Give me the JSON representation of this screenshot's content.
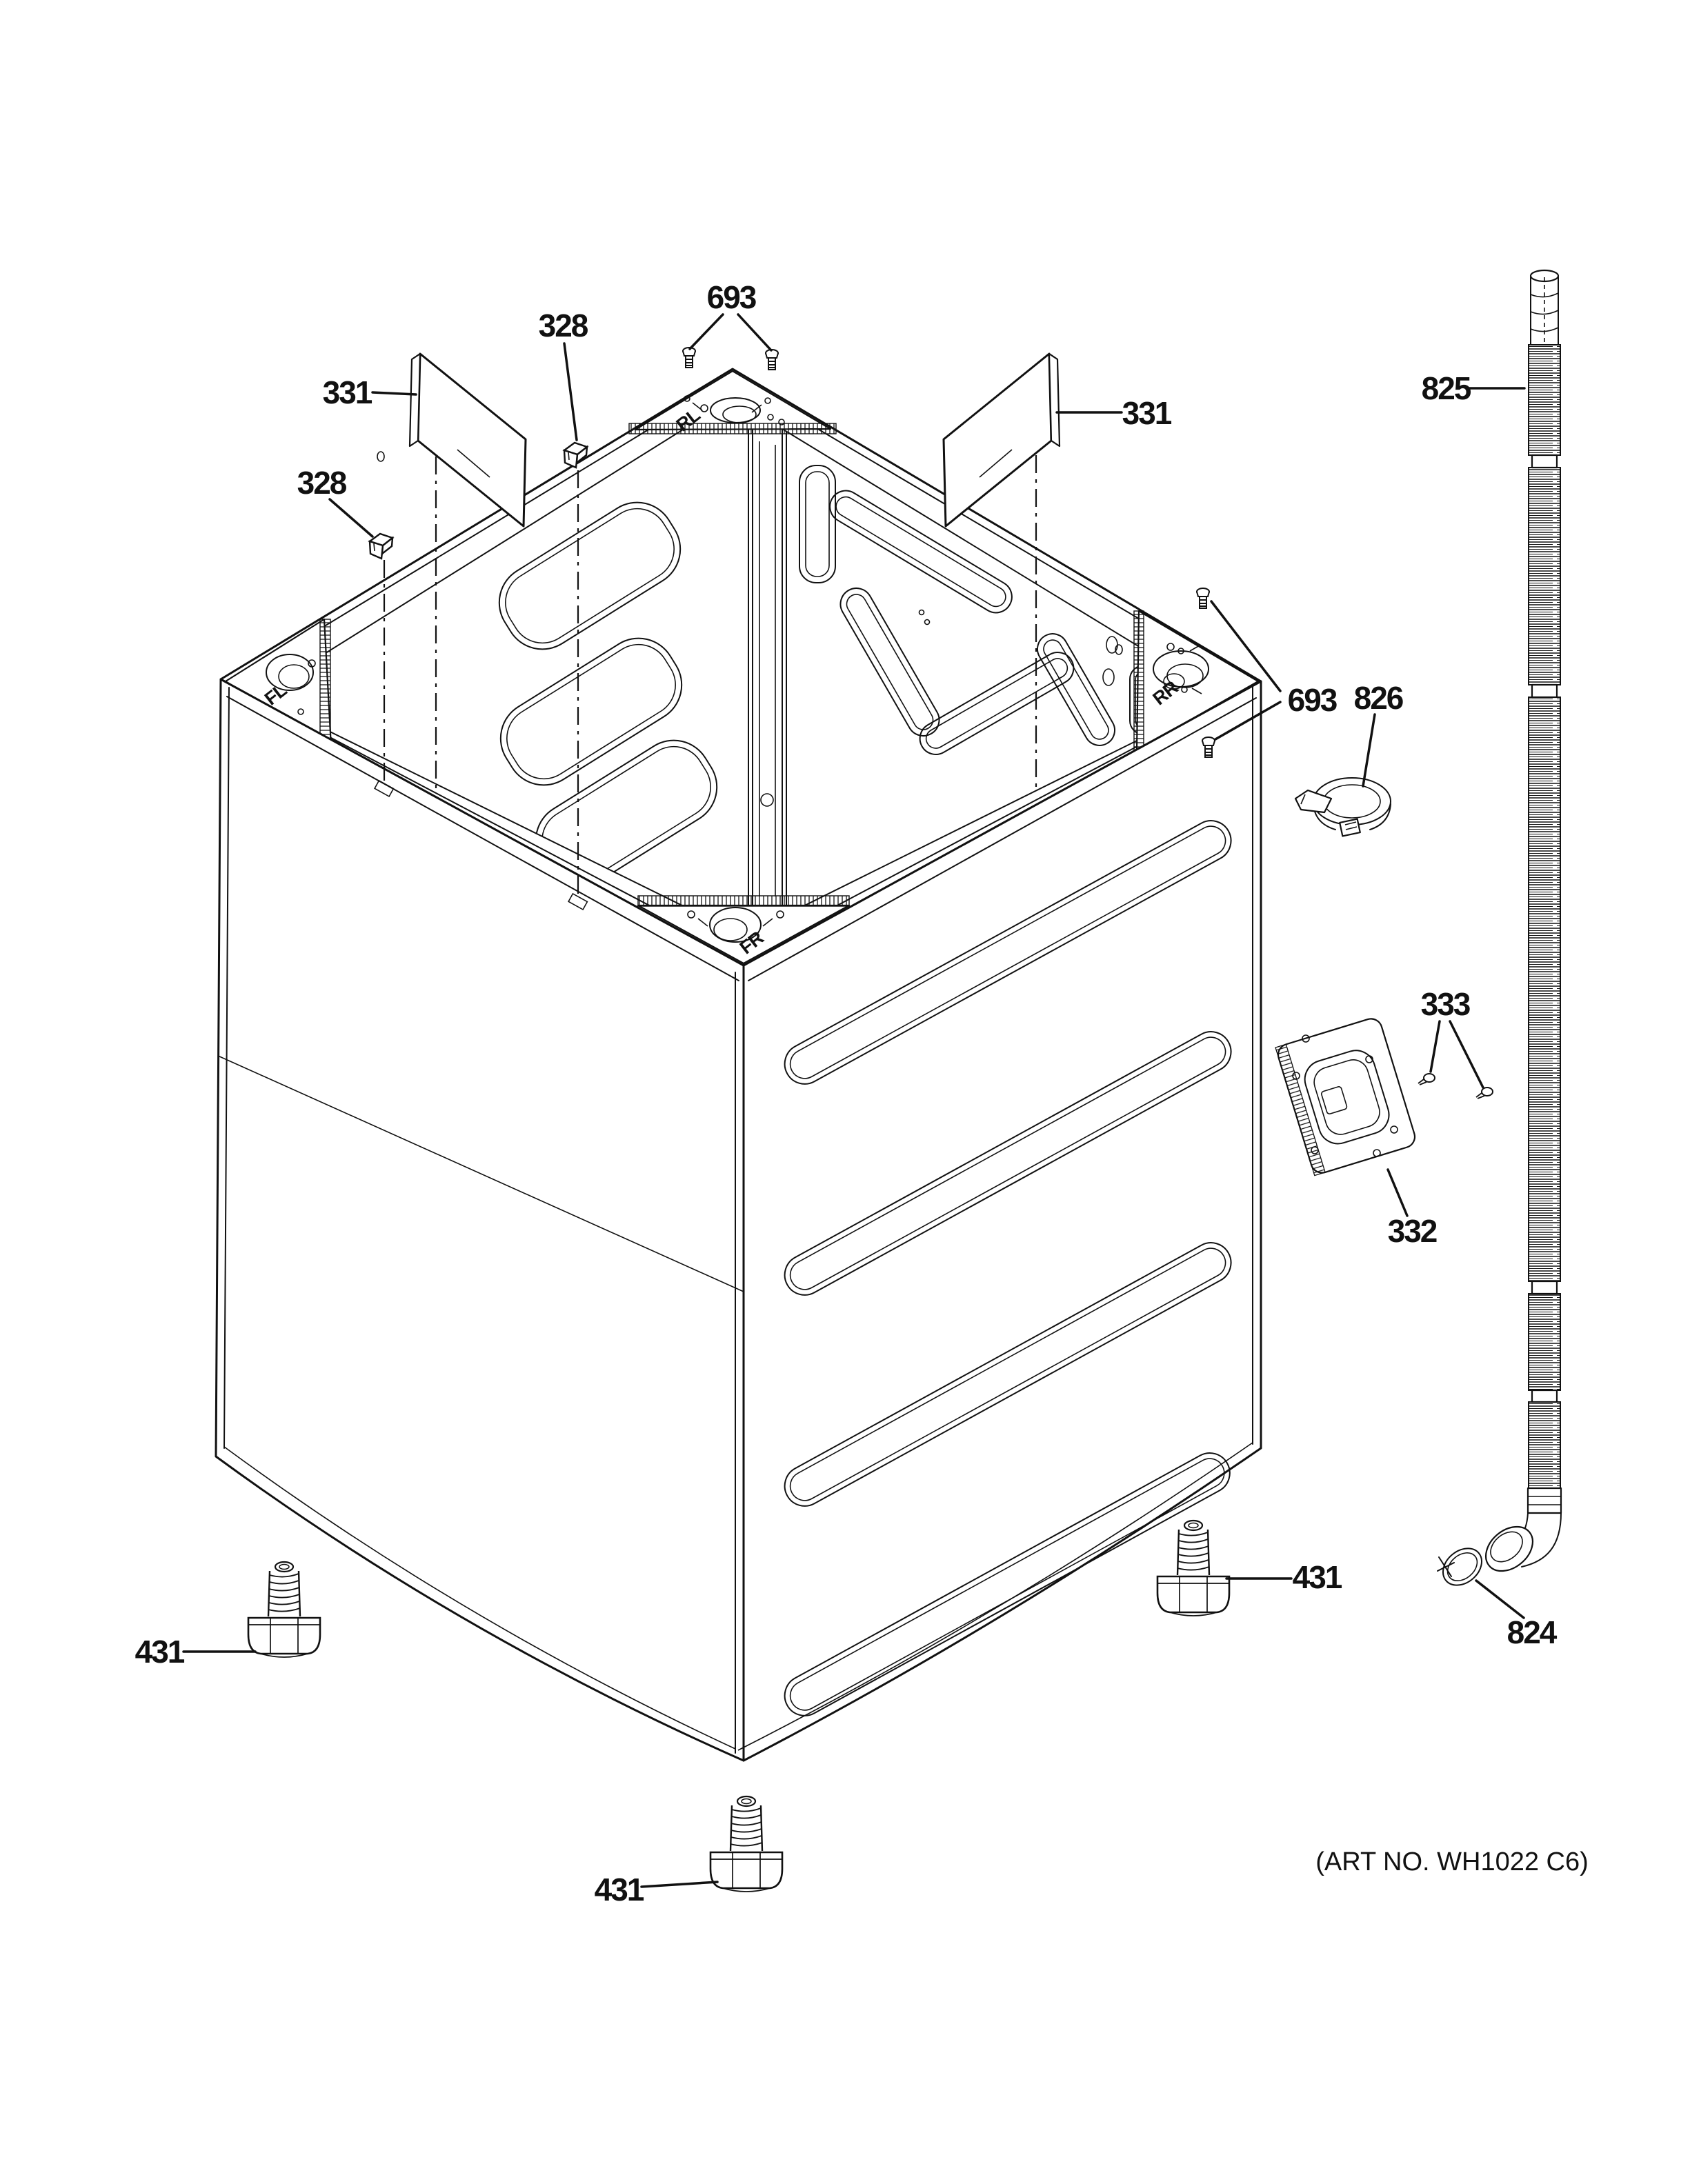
{
  "diagram": {
    "art_no": "(ART NO. WH1022 C6)",
    "callouts": {
      "k331_left": "331",
      "k328_top": "328",
      "k693_top": "693",
      "k331_right": "331",
      "k825": "825",
      "k328_left": "328",
      "k693_right": "693",
      "k826": "826",
      "k333": "333",
      "k332": "332",
      "k824": "824",
      "k431_left": "431",
      "k431_right": "431",
      "k431_bottom": "431"
    },
    "corner_marks": {
      "fl": "FL",
      "rl": "RL",
      "fr": "FR",
      "rr": "RR"
    }
  }
}
